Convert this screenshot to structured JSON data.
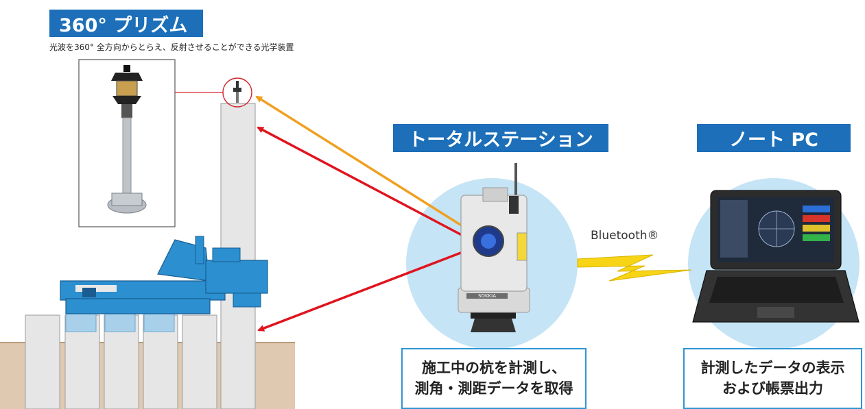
{
  "prism": {
    "title": "360° プリズム",
    "description": "光波を360° 全方向からとらえ、反射させることができる光学装置"
  },
  "total_station": {
    "title": "トータルステーション",
    "caption_line1": "施工中の杭を計測し、",
    "caption_line2": "測角・測距データを取得",
    "brand": "SOKKIA"
  },
  "laptop": {
    "title": "ノート PC",
    "caption_line1": "計測したデータの表示",
    "caption_line2": "および帳票出力"
  },
  "link": {
    "label": "Bluetooth®"
  },
  "colors": {
    "banner": "#1c6fb8",
    "circle": "#c5e4f6",
    "arrow_red": "#e0141e",
    "arrow_orange": "#f0a020",
    "lightning": "#f7d415",
    "machine": "#2b8fd0",
    "ground": "#dfc9b0",
    "pile": "#e6e6e6",
    "caption_border": "#2f95d4"
  }
}
